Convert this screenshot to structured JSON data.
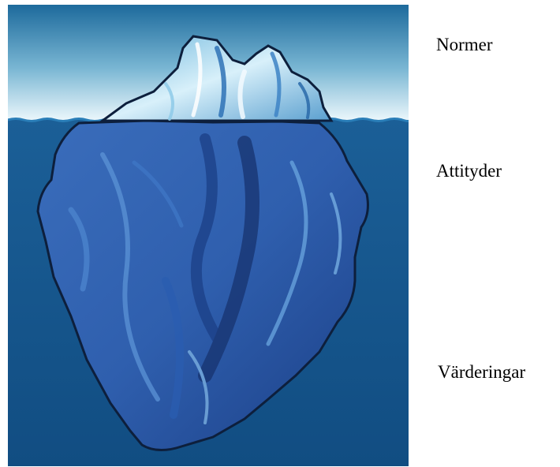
{
  "labels": {
    "top": "Normer",
    "middle": "Attityder",
    "bottom": "Värderingar"
  },
  "colors": {
    "sky_top": "#1d6a9c",
    "sky_bottom": "#eaf6fb",
    "sea": "#1b5f97",
    "sea_deep": "#114d82",
    "ice_above_light": "#d8f0fa",
    "ice_above_mid": "#6fb7dc",
    "ice_below": "#2f5fae",
    "ice_below_dark": "#1b3f86",
    "outline": "#0d1f3c"
  },
  "illustration": {
    "subject": "iceberg-above-and-below-waterline"
  }
}
